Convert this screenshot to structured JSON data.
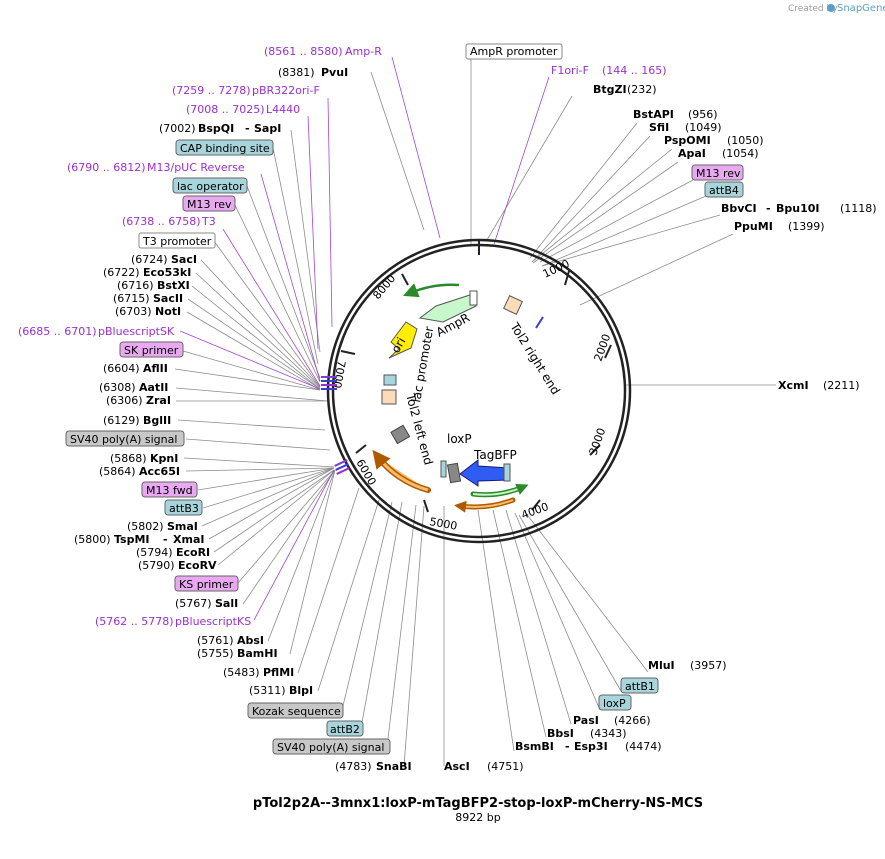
{
  "header": {
    "credit": "Created by",
    "brand": "SnapGene"
  },
  "plasmid": {
    "name": "pTol2p2A--3mnx1:loxP-mTagBFP2-stop-loxP-mCherry-NS-MCS",
    "length": "8922 bp"
  },
  "ticks": [
    "1000",
    "2000",
    "3000",
    "4000",
    "5000",
    "6000",
    "7000",
    "8000"
  ],
  "features": {
    "ampr": "AmpR",
    "ori": "ori",
    "lac_promoter": "lac promoter",
    "tol2_right": "Tol2 right end",
    "tol2_left": "Tol2 left end",
    "loxp": "loxP",
    "tagbfp": "TagBFP"
  },
  "labels": {
    "ampr_promoter": "AmpR promoter",
    "amp_r": {
      "range": "(8561 .. 8580)",
      "name": "Amp-R"
    },
    "f1ori_f": {
      "name": "F1ori-F",
      "range": "(144 .. 165)"
    },
    "pvui": {
      "pos": "(8381)",
      "name": "PvuI"
    },
    "btgzi": {
      "name": "BtgZI",
      "pos": "(232)"
    },
    "pbr322": {
      "range": "(7259 .. 7278)",
      "name": "pBR322ori-F"
    },
    "l4440": {
      "range": "(7008 .. 7025)",
      "name": "L4440"
    },
    "bstapi": {
      "name": "BstAPI",
      "pos": "(956)"
    },
    "sfii": {
      "name": "SfiI",
      "pos": "(1049)"
    },
    "pspomi": {
      "name": "PspOMI",
      "pos": "(1050)"
    },
    "apai": {
      "name": "ApaI",
      "pos": "(1054)"
    },
    "bspqi": {
      "pos": "(7002)",
      "name": "BspQI",
      "name2": "SapI"
    },
    "cap": "CAP binding site",
    "m13puc": {
      "range": "(6790 .. 6812)",
      "name": "M13/pUC Reverse"
    },
    "lac_operator": "lac operator",
    "m13rev_left": "M13 rev",
    "m13rev_right": "M13 rev",
    "attb4": "attB4",
    "bbvci": {
      "name": "BbvCI",
      "name2": "Bpu10I",
      "pos": "(1118)"
    },
    "ppumi": {
      "name": "PpuMI",
      "pos": "(1399)"
    },
    "t3": {
      "range": "(6738 .. 6758)",
      "name": "T3"
    },
    "t3_promoter": "T3 promoter",
    "saci": {
      "pos": "(6724)",
      "name": "SacI"
    },
    "eco53ki": {
      "pos": "(6722)",
      "name": "Eco53kI"
    },
    "bstxi": {
      "pos": "(6716)",
      "name": "BstXI"
    },
    "sacii": {
      "pos": "(6715)",
      "name": "SacII"
    },
    "noti": {
      "pos": "(6703)",
      "name": "NotI"
    },
    "pbluescriptsk": {
      "range": "(6685 .. 6701)",
      "name": "pBluescriptSK"
    },
    "sk_primer": "SK primer",
    "aflii": {
      "pos": "(6604)",
      "name": "AflII"
    },
    "xcmi": {
      "name": "XcmI",
      "pos": "(2211)"
    },
    "aatii": {
      "pos": "(6308)",
      "name": "AatII"
    },
    "zrai": {
      "pos": "(6306)",
      "name": "ZraI"
    },
    "bglii": {
      "pos": "(6129)",
      "name": "BglII"
    },
    "sv40_top": "SV40 poly(A) signal",
    "kpni": {
      "pos": "(5868)",
      "name": "KpnI"
    },
    "acc65i": {
      "pos": "(5864)",
      "name": "Acc65I"
    },
    "m13fwd": "M13 fwd",
    "attb3": "attB3",
    "smai": {
      "pos": "(5802)",
      "name": "SmaI"
    },
    "tspmi": {
      "pos": "(5800)",
      "name": "TspMI",
      "name2": "XmaI"
    },
    "ecori": {
      "pos": "(5794)",
      "name": "EcoRI"
    },
    "ecorv": {
      "pos": "(5790)",
      "name": "EcoRV"
    },
    "ks_primer": "KS primer",
    "sali": {
      "pos": "(5767)",
      "name": "SalI"
    },
    "pbluescriptks": {
      "range": "(5762 .. 5778)",
      "name": "pBluescriptKS"
    },
    "absi": {
      "pos": "(5761)",
      "name": "AbsI"
    },
    "bamhi": {
      "pos": "(5755)",
      "name": "BamHI"
    },
    "pflmi": {
      "pos": "(5483)",
      "name": "PflMI"
    },
    "blpi": {
      "pos": "(5311)",
      "name": "BlpI"
    },
    "kozak": "Kozak sequence",
    "attb2": "attB2",
    "sv40_bottom": "SV40 poly(A) signal",
    "snabi": {
      "pos": "(4783)",
      "name": "SnaBI"
    },
    "asci": {
      "name": "AscI",
      "pos": "(4751)"
    },
    "mlui": {
      "name": "MluI",
      "pos": "(3957)"
    },
    "attb1": "attB1",
    "loxp_box": "loxP",
    "pasi": {
      "name": "PasI",
      "pos": "(4266)"
    },
    "bbsi": {
      "name": "BbsI",
      "pos": "(4343)"
    },
    "bsmbi": {
      "name": "BsmBI",
      "name2": "Esp3I",
      "pos": "(4474)"
    }
  },
  "colors": {
    "primer": "#9a2fcf",
    "misc_box": "#a8d4dc",
    "primer_box": "#e9a9f1",
    "polya_box": "#c8c8c8",
    "ampr": "#c9f7cc",
    "ori": "#ffee00",
    "tagbfp": "#2f5cf2",
    "orange_arrow": "#f6bd6a",
    "backbone": "#222222"
  }
}
